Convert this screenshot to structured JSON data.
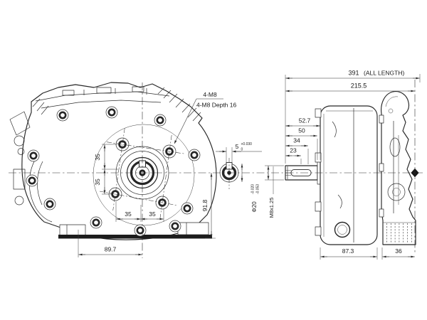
{
  "drawing": {
    "front_view": {
      "bolt_note_line1": "4-M8",
      "bolt_note_line2": "4-M8 Depth 16",
      "dim_bolt_vertical_upper": "35",
      "dim_bolt_vertical_lower": "35",
      "dim_bolt_horizontal_left": "35",
      "dim_bolt_horizontal_right": "35",
      "dim_base_width": "89.7",
      "dim_center_height": "91.8"
    },
    "shaft_detail": {
      "dim_keyway_width": "5",
      "keyway_tolerance_upper": "+0.030",
      "keyway_tolerance_lower": "0"
    },
    "side_view": {
      "dim_overall_length": "391",
      "dim_overall_length_note": "(ALL LENGTH)",
      "dim_body_length": "215.5",
      "dim_shaft_total": "52.7",
      "dim_shaft_cyl": "50",
      "dim_keyway_len": "34",
      "dim_keyway_end": "23",
      "shaft_diameter": "Φ20",
      "shaft_dia_tol_upper": "-0.020",
      "shaft_dia_tol_lower": "-0.053",
      "thread_spec": "M8x1.25",
      "dim_case_depth": "87.3",
      "dim_foot_depth": "36"
    }
  }
}
